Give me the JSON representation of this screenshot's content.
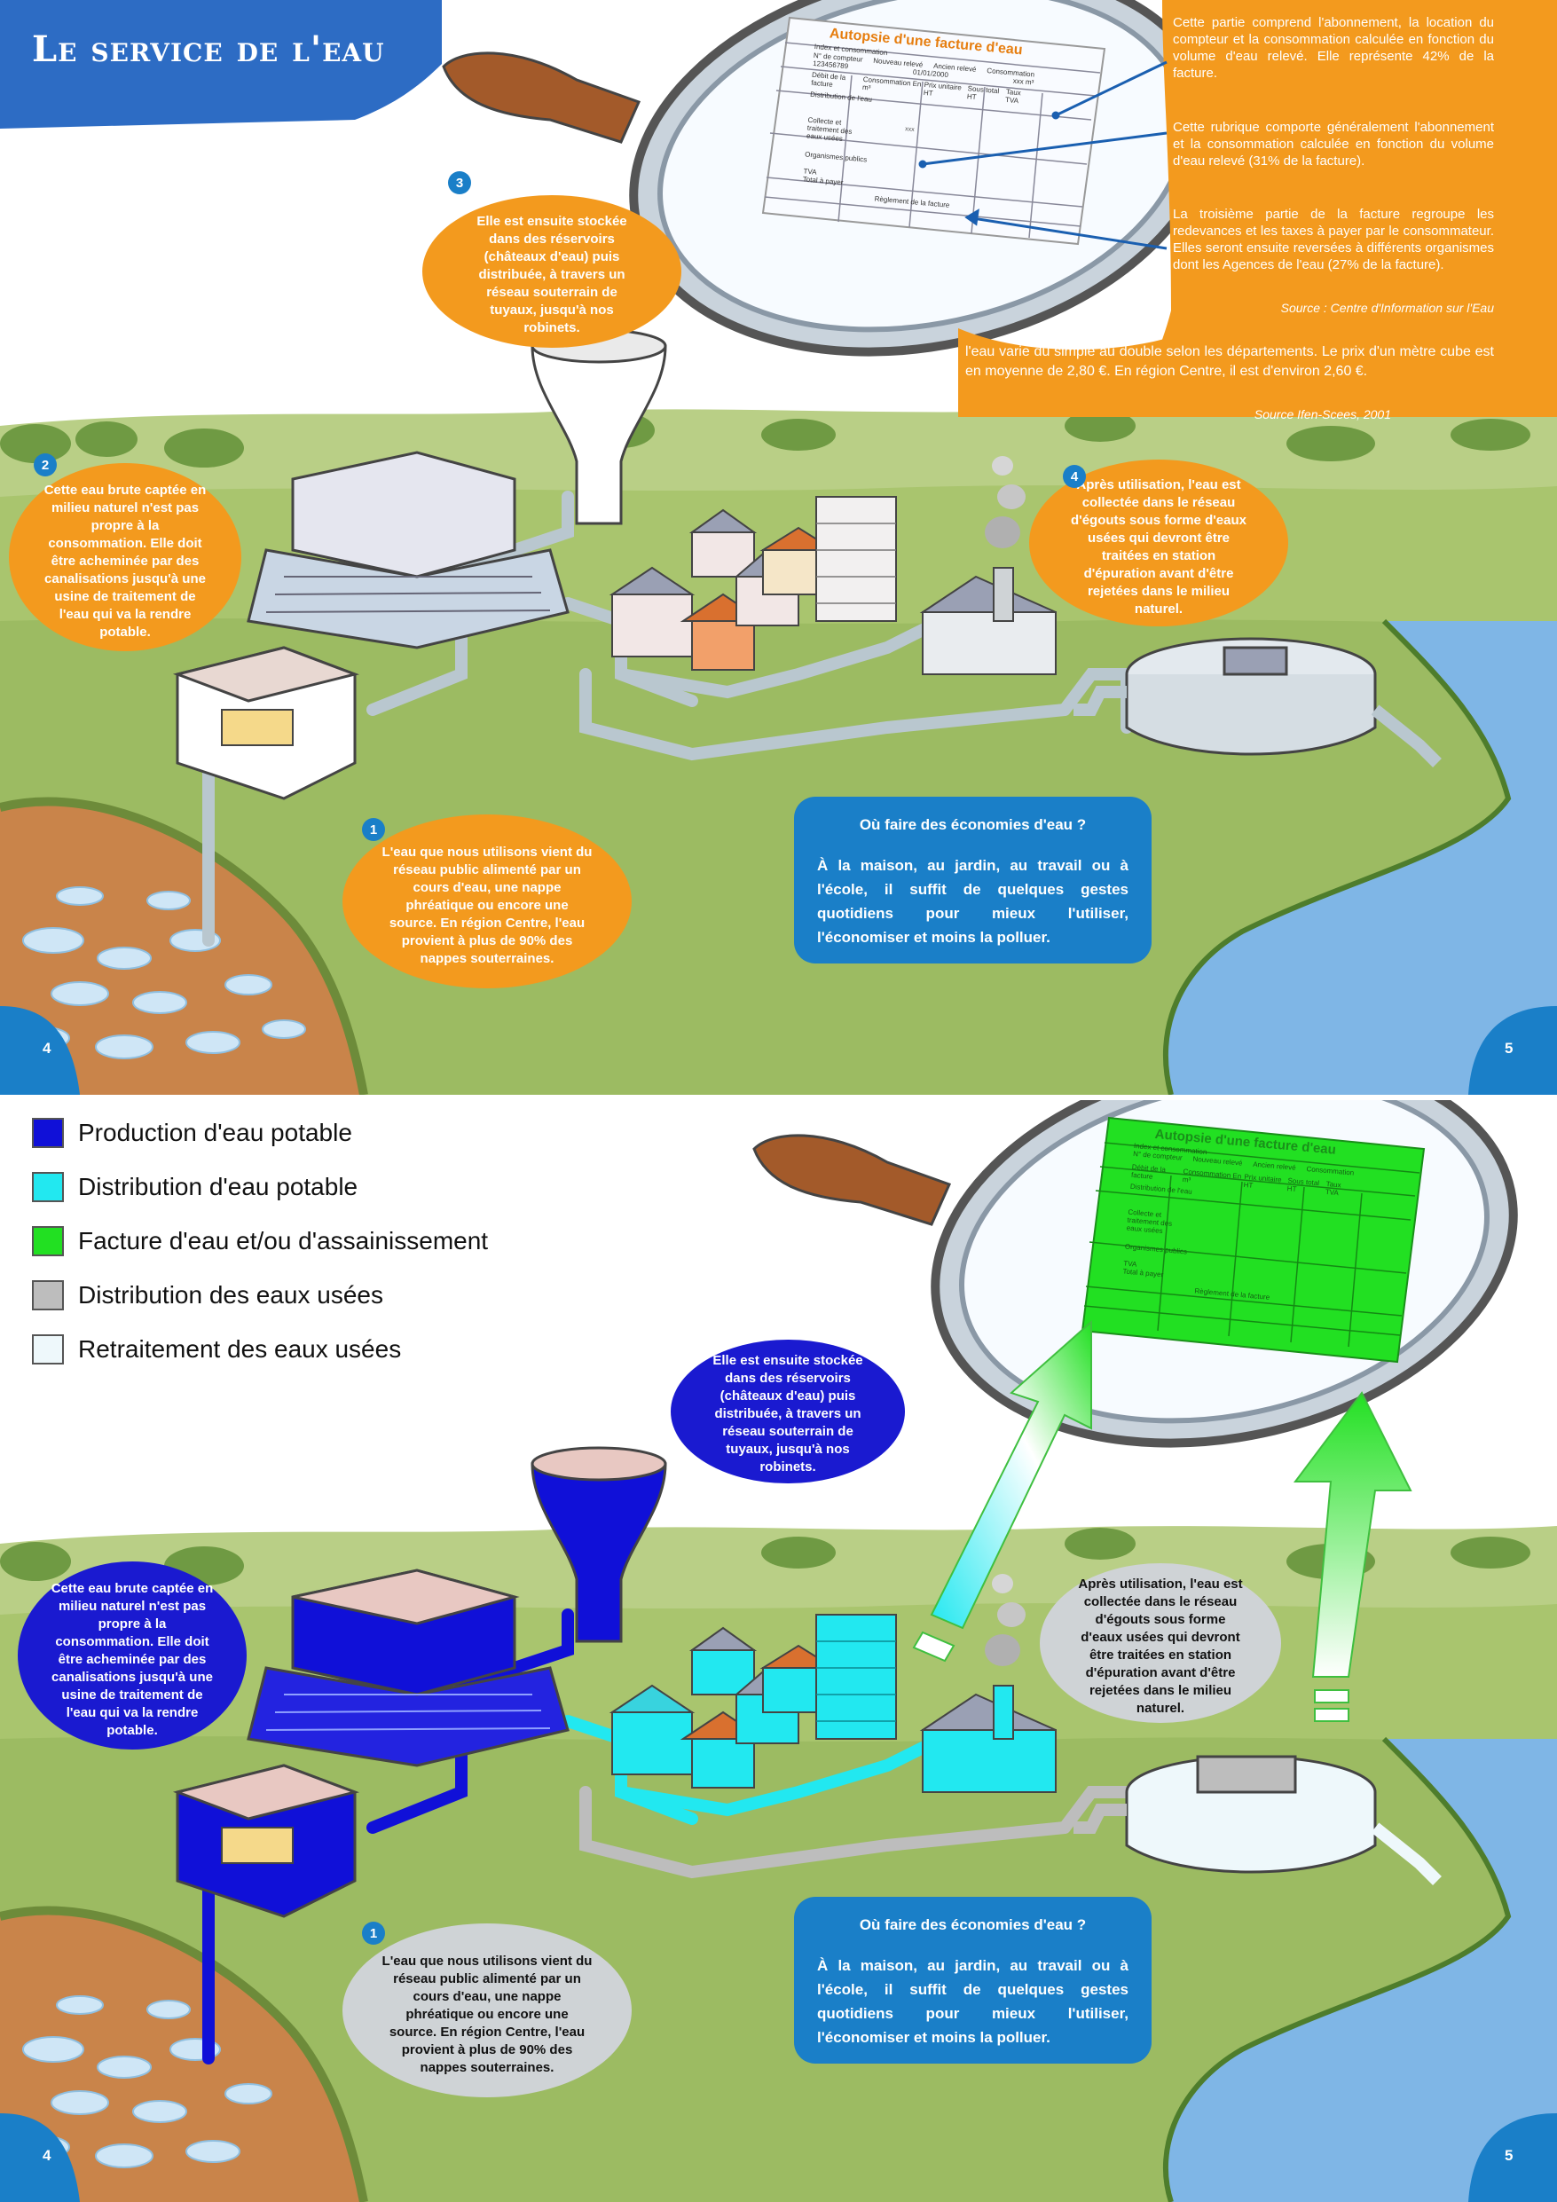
{
  "header": {
    "title": "Le service de l'eau"
  },
  "top": {
    "bubbles": {
      "b1": {
        "num": "1",
        "text": "L'eau que nous utilisons vient du réseau public alimenté par un cours d'eau, une nappe phréatique ou encore une source. En région Centre, l'eau provient à plus de 90% des nappes souterraines."
      },
      "b2": {
        "num": "2",
        "text": "Cette eau brute captée en milieu naturel n'est pas propre à la consommation. Elle doit être acheminée par des canalisations jusqu'à une usine de traitement de l'eau qui va la rendre potable."
      },
      "b3": {
        "num": "3",
        "text": "Elle est ensuite stockée dans des réservoirs (châteaux d'eau) puis distribuée, à travers un réseau souterrain de tuyaux, jusqu'à nos robinets."
      },
      "b4": {
        "num": "4",
        "text": "Après utilisation, l'eau est collectée dans le réseau d'égouts sous forme d'eaux usées qui devront être traitées en station d'épuration avant d'être rejetées dans le milieu naturel."
      }
    },
    "bill_info": {
      "p1": "Cette partie comprend l'abonnement, la location du compteur et la consommation calculée en fonction du volume d'eau relevé. Elle représente 42% de la facture.",
      "p2": "Cette rubrique comporte généralement l'abonnement et la consommation calculée en fonction du volume d'eau relevé (31% de la facture).",
      "p3": "La troisième partie de la facture regroupe les redevances et les taxes à payer par le consommateur. Elles seront ensuite reversées à différents organismes dont les Agences de l'eau (27% de la facture).",
      "source1": "Source : Centre d'Information sur l'Eau",
      "p4": "l'eau varie du simple au double selon les départements. Le prix d'un mètre cube est en moyenne de 2,80 €. En région Centre, il est d'environ 2,60 €.",
      "source2": "Source Ifen-Scees, 2001"
    },
    "info_box": {
      "title": "Où faire des économies d'eau ?",
      "body": "À la maison, au jardin, au travail ou à l'école, il suffit de quelques gestes quotidiens pour mieux l'utiliser, l'économiser et moins la polluer."
    },
    "page_left": "4",
    "page_right": "5"
  },
  "bill": {
    "title": "Autopsie d'une facture d'eau",
    "row_index": "Index et consommation",
    "row_counter": "N° de compteur",
    "counter_value": "123456789",
    "date": "01/01/2000",
    "col_new": "Nouveau relevé",
    "col_old": "Ancien relevé",
    "col_cons": "Consommation",
    "m3": "xxx m³",
    "debit": "Débit de la facture",
    "col_conso_m3": "Consommation En m³",
    "col_pu": "Prix unitaire HT",
    "col_st": "Sous total HT",
    "col_tva": "Taux TVA",
    "r1": "Distribution de l'eau",
    "r2": "Collecte et traitement des eaux usées",
    "r3": "Organismes publics",
    "r4": "TVA",
    "r5": "Total à payer",
    "cell": "xxx",
    "footer": "Règlement de la facture"
  },
  "legend": [
    {
      "label": "Production d'eau potable",
      "color": "#1010d8"
    },
    {
      "label": "Distribution d'eau potable",
      "color": "#22e8f0"
    },
    {
      "label": "Facture d'eau et/ou d'assainissement",
      "color": "#22e022"
    },
    {
      "label": "Distribution des eaux usées",
      "color": "#bdbdbd"
    },
    {
      "label": "Retraitement des eaux usées",
      "color": "#eef8fb"
    }
  ],
  "bottom": {
    "bubbles": {
      "b1": {
        "num": "1",
        "text": "L'eau que nous utilisons vient du réseau public alimenté par un cours d'eau, une nappe phréatique ou encore une source. En région Centre, l'eau provient à plus de 90% des nappes souterraines."
      },
      "b2": {
        "text": "Cette eau brute captée en milieu naturel n'est pas propre à la consommation. Elle doit être acheminée par des canalisations jusqu'à une usine de traitement de l'eau qui va la rendre potable."
      },
      "b3": {
        "text": "Elle est ensuite stockée dans des réservoirs (châteaux d'eau) puis distribuée, à travers un réseau souterrain de tuyaux, jusqu'à nos robinets."
      },
      "b4": {
        "text": "Après utilisation, l'eau est collectée dans le réseau d'égouts sous forme d'eaux usées qui devront être traitées en station d'épuration avant d'être rejetées dans le milieu naturel."
      }
    },
    "info_box": {
      "title": "Où faire des économies d'eau ?",
      "body": "À la maison, au jardin, au travail ou à l'école, il suffit de quelques gestes quotidiens pour mieux l'utiliser, l'économiser et moins la polluer."
    },
    "page_left": "4",
    "page_right": "5"
  },
  "colors": {
    "grass": "#a9c56e",
    "grass_dark": "#8fae55",
    "sky": "#ffffff",
    "earth": "#c9844a",
    "river": "#7fb6e6",
    "orange": "#f39a1e",
    "blue_box": "#1a7fc8",
    "navy": "#1a1ad0",
    "cyan": "#22e8f0",
    "green": "#22e022"
  }
}
